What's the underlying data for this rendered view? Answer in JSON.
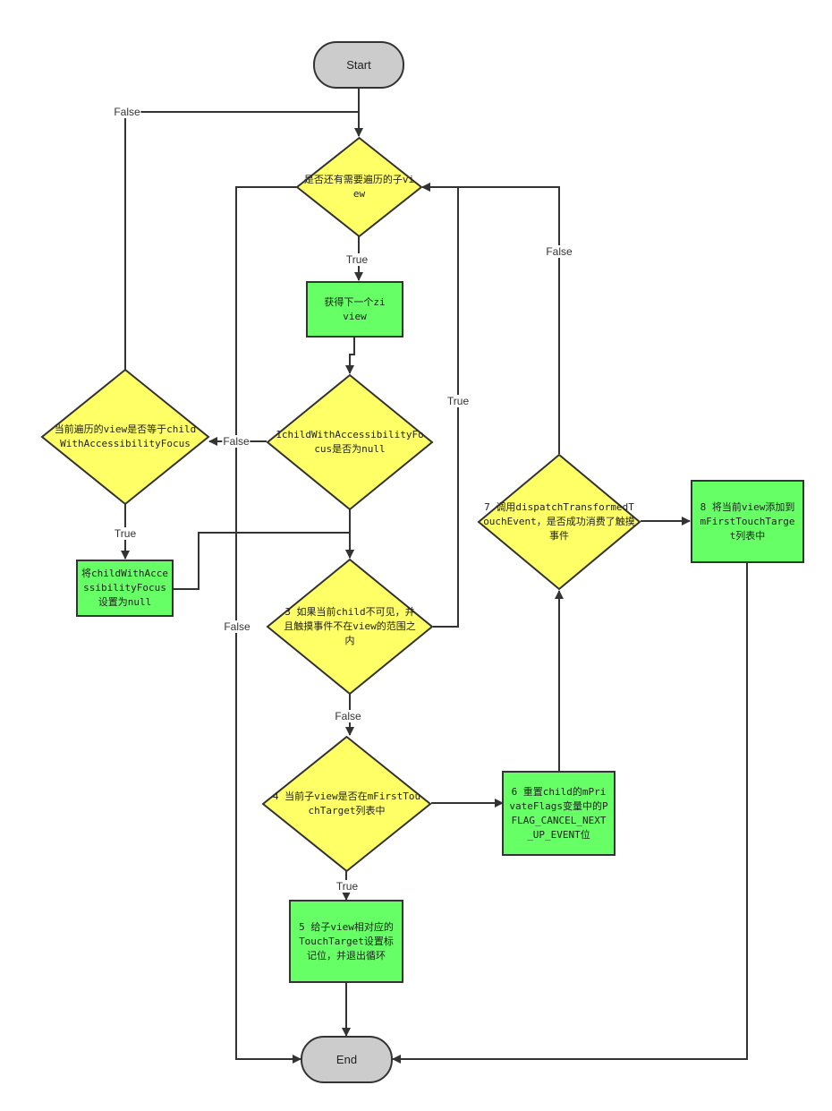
{
  "colors": {
    "terminal_fill": "#cccccc",
    "decision_fill": "#ffff66",
    "process_fill": "#66ff66",
    "stroke": "#333333"
  },
  "nodes": {
    "start": "Start",
    "end": "End",
    "has_more_children": "是否还有需要遍历的子view",
    "get_next_child": "获得下一个ziview",
    "focus_is_null": "1childWithAccessibilityFocus是否为null",
    "is_focus_view": "当前遍历的view是否等于childWithAccessibilityFocus",
    "set_focus_null": "将childWithAccessibilityFocus设置为null",
    "child_invisible": "3 如果当前child不可见，并且触摸事件不在view的范围之内",
    "in_touch_target": "4 当前子view是否在mFirstTouchTarget列表中",
    "set_touch_flag": "5 给子view相对应的TouchTarget设置标记位，并退出循环",
    "reset_flags": "6 重置child的mPrivateFlags变量中的PFLAG_CANCEL_NEXT_UP_EVENT位",
    "dispatch": "7 调用dispatchTransformedTouchEvent，是否成功消费了触摸事件",
    "add_target": "8 将当前view添加到mFirstTouchTarget列表中"
  },
  "edge_labels": {
    "loop_false": "False",
    "has_more_true": "True",
    "focus_false": "False",
    "focus_view_true": "True",
    "skip_true": "True",
    "no_more_false": "False",
    "invisible_false": "False",
    "in_target_true": "True",
    "dispatch_false": "False"
  }
}
